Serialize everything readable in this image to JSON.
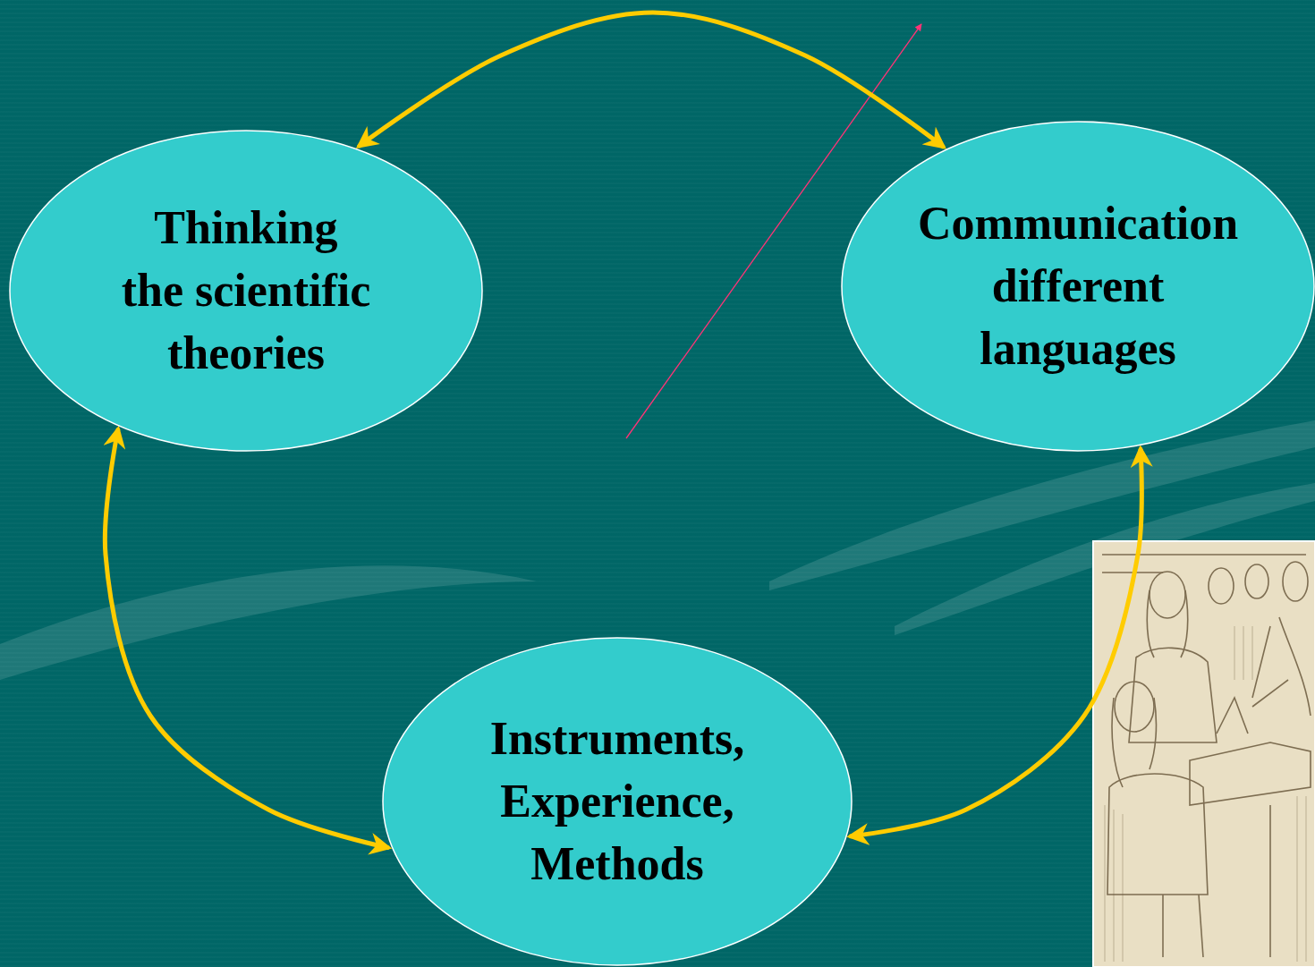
{
  "diagram": {
    "nodes": [
      {
        "text": [
          "Thinking the scientific theories"
        ]
      },
      {
        "text": [
          "Communication different languages"
        ]
      },
      {
        "text": [
          "Instruments, Experience, Methods"
        ]
      }
    ],
    "edges": [
      {
        "from": 0,
        "to": 1,
        "arrow": "both"
      },
      {
        "from": 0,
        "to": 2,
        "arrow": "both"
      },
      {
        "from": 1,
        "to": 2,
        "arrow": "both"
      }
    ]
  }
}
